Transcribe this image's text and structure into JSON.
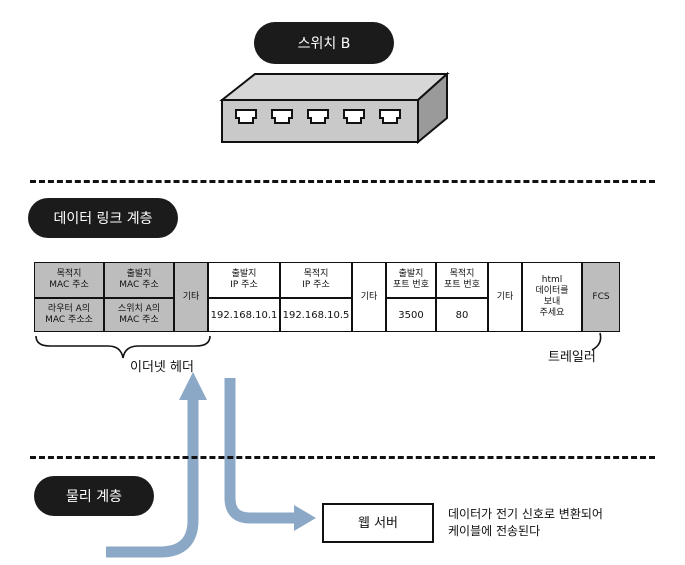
{
  "switch_label": "스위치 B",
  "datalink_label": "데이터 링크 계층",
  "physical_label": "물리 계층",
  "header": {
    "dest_mac_title": "목적지\nMAC 주소",
    "src_mac_title": "출발지\nMAC 주소",
    "dest_mac_value": "라우터 A의\nMAC 주소소",
    "src_mac_value": "스위치 A의\nMAC 주소",
    "etc1": "기타"
  },
  "ip": {
    "src_title": "출발지\nIP 주소",
    "dest_title": "목적지\nIP 주소",
    "src_value": "192.168.10.1",
    "dest_value": "192.168.10.5",
    "etc2": "기타"
  },
  "tcp": {
    "src_port_title": "출발지\n포트 번호",
    "dest_port_title": "목적지\n포트 번호",
    "src_port_value": "3500",
    "dest_port_value": "80",
    "etc3": "기타"
  },
  "payload": "html\n데이터를\n보내\n주세요",
  "fcs": "FCS",
  "ethernet_header_label": "이더넷 헤더",
  "trailer_label": "트레일러",
  "web_server_label": "웹 서버",
  "note": "데이터가 전기 신호로 변환되어\n케이블에 전송된다",
  "colors": {
    "arrow": "#8ba9c6",
    "header_gray": "#bdbdbd",
    "pill": "#1b1b1b"
  }
}
